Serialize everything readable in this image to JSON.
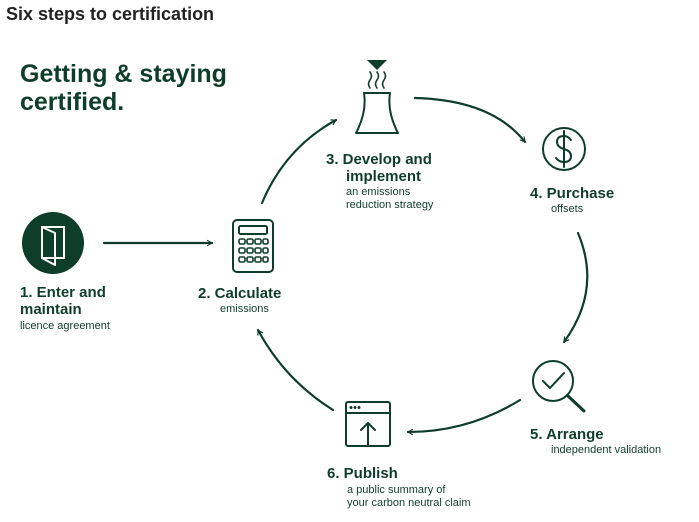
{
  "header": "Six steps to certification",
  "heading": {
    "line1": "Getting & staying",
    "line2": "certified."
  },
  "colors": {
    "primary": "#0f3d2b",
    "header_text": "#222222",
    "background": "#ffffff"
  },
  "steps": [
    {
      "title1": "1. Enter and",
      "title2": "maintain",
      "sub1": "licence agreement",
      "icon": "door-icon"
    },
    {
      "title1": "2. Calculate",
      "sub1": "emissions",
      "icon": "calculator-icon"
    },
    {
      "title1": "3. Develop and",
      "title2": "implement",
      "sub1": "an emissions",
      "sub2": "reduction strategy",
      "icon": "factory-icon"
    },
    {
      "title1": "4. Purchase",
      "sub1": "offsets",
      "icon": "dollar-icon"
    },
    {
      "title1": "5. Arrange",
      "sub1": "independent validation",
      "icon": "magnifier-check-icon"
    },
    {
      "title1": "6. Publish",
      "sub1": "a public summary of",
      "sub2": "your carbon neutral claim",
      "icon": "browser-upload-icon"
    }
  ]
}
